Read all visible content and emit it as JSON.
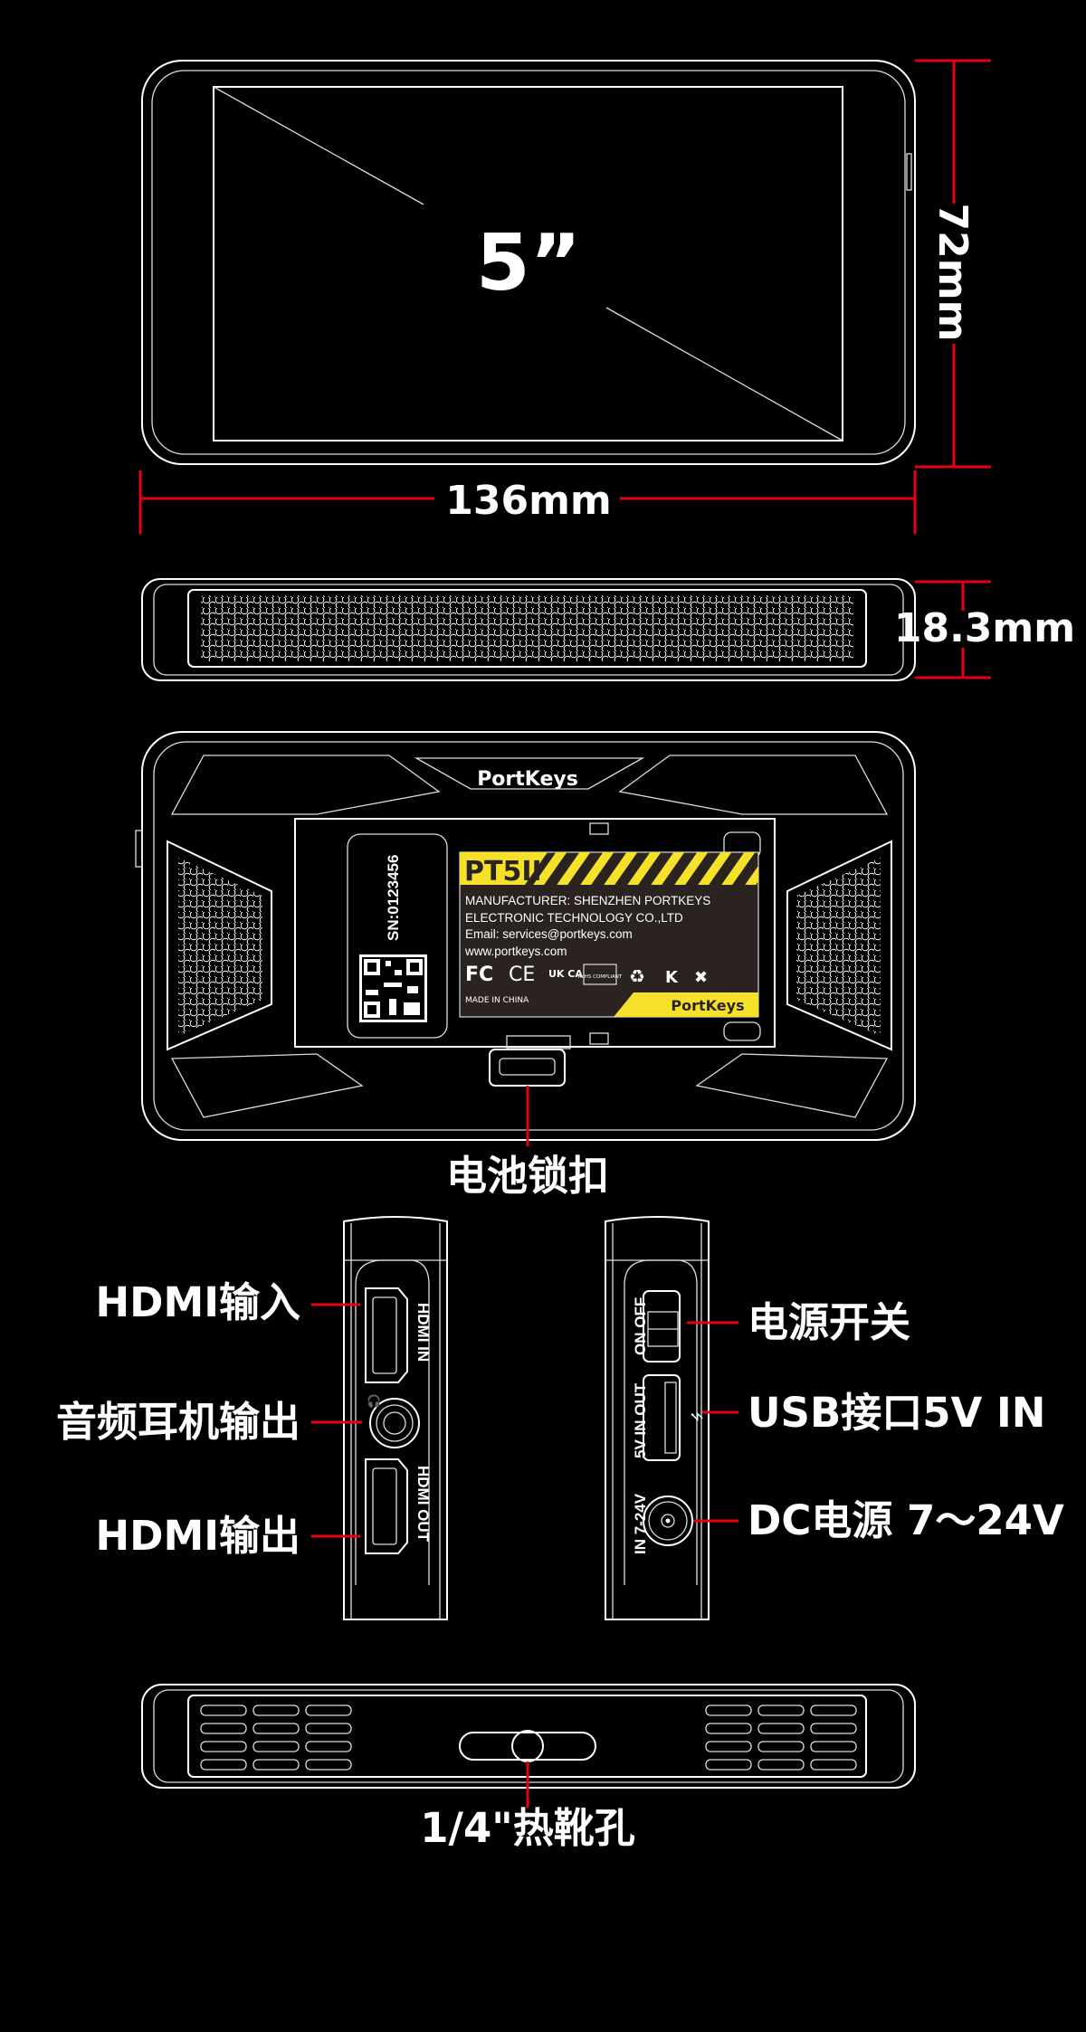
{
  "front": {
    "screen_size": "5”",
    "height_dim": "72mm",
    "width_dim": "136mm"
  },
  "top": {
    "thickness_dim": "18.3mm"
  },
  "back": {
    "logo": "PortKeys",
    "battery_latch_label": "电池锁扣",
    "sn": "SN:0123456",
    "label": {
      "model": "PT5II",
      "manufacturer": "MANUFACTURER: SHENZHEN PORTKEYS",
      "company": "ELECTRONIC TECHNOLOGY CO.,LTD",
      "email": "Email: services@portkeys.com",
      "website": "www.portkeys.com",
      "certs": [
        "FC",
        "CE",
        "UK CA",
        "RoHS COMPLIANT"
      ],
      "made_in": "MADE IN CHINA",
      "brand": "PortKeys"
    }
  },
  "left_side": {
    "port_labels": [
      "HDMI IN",
      "HDMI OUT"
    ],
    "callouts": [
      "HDMI输入",
      "音频耳机输出",
      "HDMI输出"
    ]
  },
  "right_side": {
    "port_labels": [
      "ON OFF",
      "5V IN OUT",
      "IN 7-24V"
    ],
    "callouts": [
      "电源开关",
      "USB接口5V IN",
      "DC电源 7～24V"
    ]
  },
  "bottom": {
    "callout": "1/4\"热靴孔"
  },
  "colors": {
    "callout_line": "#e60012",
    "label_yellow": "#f5e12a",
    "label_dark": "#2a2320"
  }
}
